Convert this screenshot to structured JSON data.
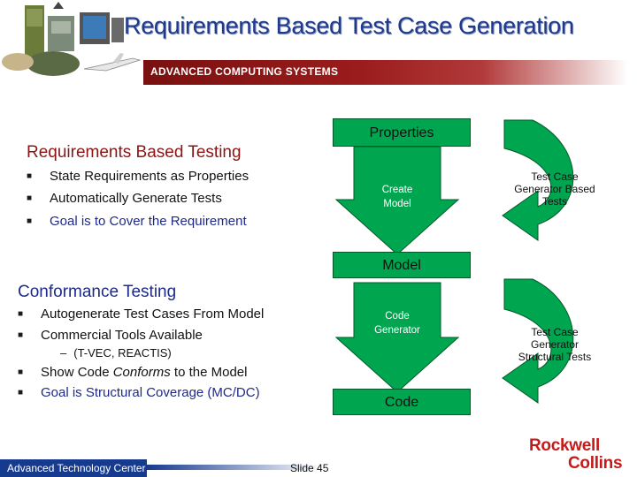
{
  "header": {
    "title": "Requirements Based Test Case Generation",
    "banner_text": "ADVANCED COMPUTING SYSTEMS"
  },
  "section1": {
    "heading": "Requirements Based Testing",
    "bullets": [
      "State Requirements as Properties",
      "Automatically Generate Tests",
      "Goal is to Cover the Requirement"
    ]
  },
  "section2": {
    "heading": "Conformance Testing",
    "bullets": [
      "Autogenerate Test Cases From Model",
      "Commercial Tools Available"
    ],
    "sub_bullet": "(T-VEC, REACTIS)",
    "bullets2": [
      {
        "prefix": "Show Code ",
        "italic": "Conforms",
        "suffix": " to the Model"
      },
      {
        "text": "Goal is Structural Coverage (MC/DC)"
      }
    ]
  },
  "diagram": {
    "properties": "Properties",
    "create_model": "Create Model",
    "model": "Model",
    "code_generator": "Code Generator",
    "code": "Code",
    "loop1": "Test Case Generator Based Tests",
    "loop2": "Test Case Generator Structural Tests"
  },
  "footer": {
    "left": "Advanced Technology Center",
    "slide": "Slide 45",
    "logo_line1": "Rockwell",
    "logo_line2": "Collins"
  },
  "colors": {
    "green": "#00a550",
    "title_blue": "#1f3a8a",
    "heading_red": "#8b1414",
    "banner_red": "#9b1c1c"
  }
}
